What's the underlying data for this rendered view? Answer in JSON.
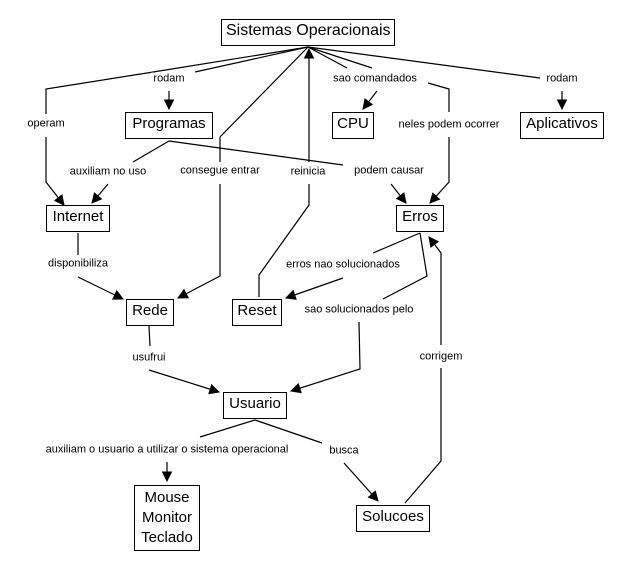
{
  "diagram": {
    "type": "concept-map",
    "line_color": "#000000",
    "background": "#ffffff",
    "concepts": {
      "so": "Sistemas Operacionais",
      "programas": "Programas",
      "cpu": "CPU",
      "aplicativos": "Aplicativos",
      "internet": "Internet",
      "erros": "Erros",
      "rede": "Rede",
      "reset": "Reset",
      "usuario": "Usuario",
      "perifericos": [
        "Mouse",
        "Monitor",
        "Teclado"
      ],
      "solucoes": "Solucoes"
    },
    "links": {
      "rodam_programas": "rodam",
      "operam": "operam",
      "sao_comandados": "sao comandados",
      "rodam_aplicativos": "rodam",
      "neles_podem_ocorrer": "neles podem ocorrer",
      "auxiliam_no_uso": "auxiliam no uso",
      "consegue_entrar": "consegue entrar",
      "reinicia": "reinicia",
      "podem_causar": "podem causar",
      "disponibiliza": "disponibiliza",
      "erros_nao_solucionados": "erros nao solucionados",
      "sao_solucionados_pelo": "sao solucionados pelo",
      "corrigem": "corrigem",
      "usufrui": "usufrui",
      "auxiliam_usuario": "auxiliam o usuario a utilizar o sistema operacional",
      "busca": "busca"
    },
    "relations": [
      {
        "from": "Sistemas Operacionais",
        "label": "rodam",
        "to": "Programas"
      },
      {
        "from": "Sistemas Operacionais",
        "label": "operam",
        "to": "Internet"
      },
      {
        "from": "Sistemas Operacionais",
        "label": "sao comandados",
        "to": "CPU"
      },
      {
        "from": "Sistemas Operacionais",
        "label": "neles podem ocorrer",
        "to": "Erros"
      },
      {
        "from": "Sistemas Operacionais",
        "label": "rodam",
        "to": "Aplicativos"
      },
      {
        "from": "Sistemas Operacionais",
        "label": "consegue entrar",
        "to": "Rede"
      },
      {
        "from": "Programas",
        "label": "auxiliam no uso",
        "to": "Internet"
      },
      {
        "from": "Programas",
        "label": "podem causar",
        "to": "Erros"
      },
      {
        "from": "Reset",
        "label": "reinicia",
        "to": "Sistemas Operacionais"
      },
      {
        "from": "Internet",
        "label": "disponibiliza",
        "to": "Rede"
      },
      {
        "from": "Erros",
        "label": "erros nao solucionados",
        "to": "Reset"
      },
      {
        "from": "Erros",
        "label": "sao solucionados pelo",
        "to": "Usuario"
      },
      {
        "from": "Solucoes",
        "label": "corrigem",
        "to": "Erros"
      },
      {
        "from": "Rede",
        "label": "usufrui",
        "to": "Usuario"
      },
      {
        "from": "Usuario",
        "label": "auxiliam o usuario a utilizar o sistema operacional",
        "to": "Mouse Monitor Teclado"
      },
      {
        "from": "Usuario",
        "label": "busca",
        "to": "Solucoes"
      }
    ]
  }
}
